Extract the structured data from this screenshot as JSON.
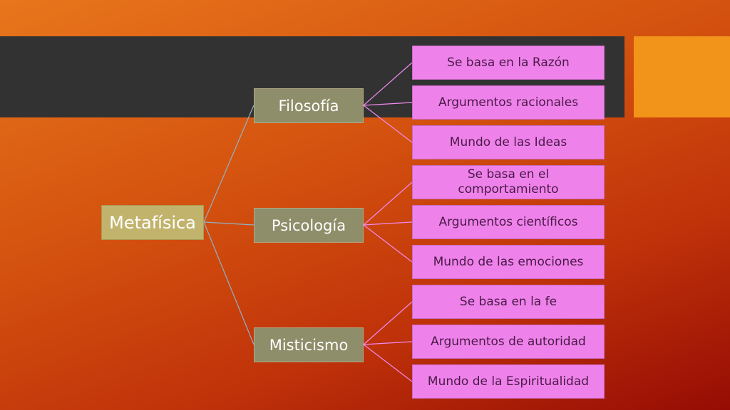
{
  "colors": {
    "root_fill": "#c2b36c",
    "category_fill": "#8e8e6a",
    "leaf_fill": "#ef82ea",
    "root_connector": "#8fb3c4",
    "leaf_connector": "#f08af0",
    "band": "#323232",
    "accent_square": "#f29419"
  },
  "diagram": {
    "root": "Metafísica",
    "branches": [
      {
        "label": "Filosofía",
        "leaves": [
          "Se basa en la Razón",
          "Argumentos racionales",
          "Mundo de las Ideas"
        ]
      },
      {
        "label": "Psicología",
        "leaves": [
          "Se basa en el comportamiento",
          "Argumentos científicos",
          "Mundo de las emociones"
        ]
      },
      {
        "label": "Misticismo",
        "leaves": [
          "Se basa en la fe",
          "Argumentos de autoridad",
          "Mundo de la Espiritualidad"
        ]
      }
    ]
  }
}
